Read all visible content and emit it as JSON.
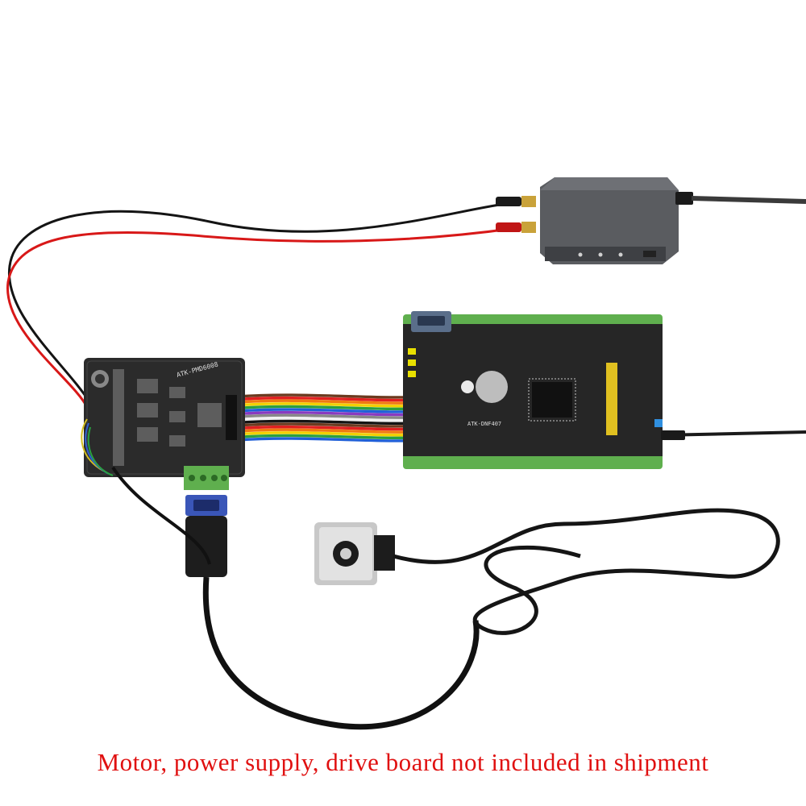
{
  "caption": {
    "text": "Motor, power supply, drive board not included in shipment",
    "color": "#e01010"
  },
  "silkscreen": {
    "driver_board_model": "ATK-PMD6008",
    "dev_board_model": "ATK-DNF407"
  },
  "colors": {
    "background": "#ffffff",
    "pcb": "#2b2b2b",
    "terminal_green": "#5faf4e",
    "red_wire": "#d81818",
    "black_wire": "#141414",
    "power_box": "#5a5c60",
    "vga_blue": "#3a56b8",
    "motor_silver": "#c8c8c8"
  },
  "ribbon_colors": [
    "#6b3a1f",
    "#e02020",
    "#f07a10",
    "#f2d000",
    "#2aa040",
    "#2060d8",
    "#8a3ac0",
    "#888888",
    "#f0f0f0",
    "#141414",
    "#6b3a1f",
    "#e02020",
    "#f07a10",
    "#f2d000",
    "#2aa040",
    "#2060d8"
  ]
}
